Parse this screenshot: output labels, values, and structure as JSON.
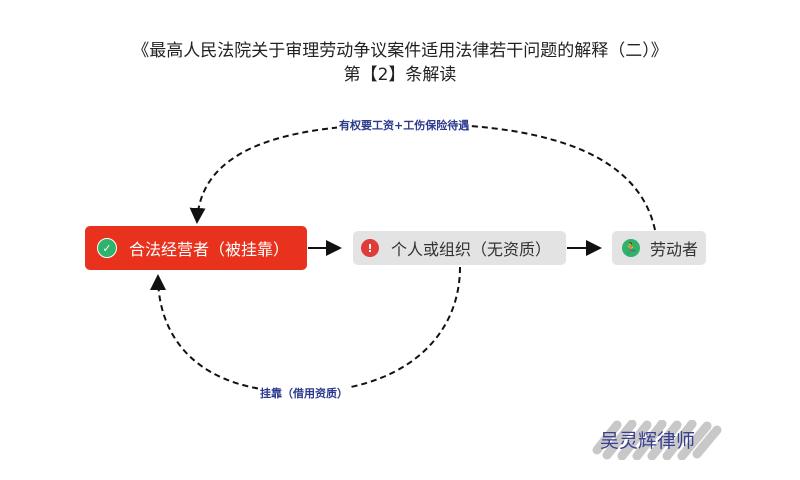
{
  "title": {
    "line1": "《最高人民法院关于审理劳动争议案件适用法律若干问题的解释（二）》",
    "line2": "第【2】条解读"
  },
  "nodes": [
    {
      "label": "合法经营者（被挂靠）",
      "icon": "check-circle-icon",
      "color": "#e8321e"
    },
    {
      "label": "个人或组织（无资质）",
      "icon": "exclamation-circle-icon",
      "color": "#e5e5e5"
    },
    {
      "label": "劳动者",
      "icon": "running-person-icon",
      "color": "#e5e5e5"
    }
  ],
  "edges": {
    "top_label": "有权要工资+工伤保险待遇",
    "bottom_label": "挂靠（借用资质）"
  },
  "signature": "吴灵辉律师"
}
